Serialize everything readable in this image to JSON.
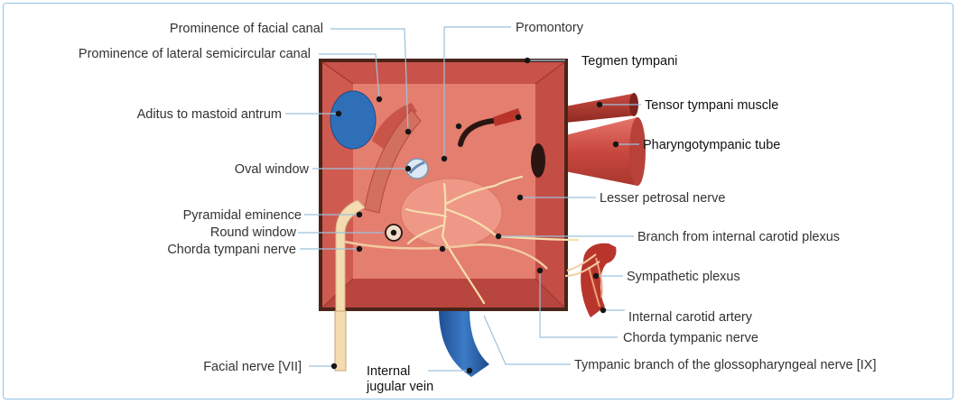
{
  "labels": {
    "prominence_facial_canal": "Prominence of facial canal",
    "prominence_lateral_semicircular_canal": "Prominence of lateral semicircular canal",
    "aditus_mastoid_antrum": "Aditus to mastoid antrum",
    "oval_window": "Oval window",
    "pyramidal_eminence": "Pyramidal eminence",
    "round_window": "Round window",
    "chorda_tympani_left": "Chorda tympani nerve",
    "facial_nerve": "Facial nerve [VII]",
    "internal_jugular_line1": "Internal",
    "internal_jugular_line2": "jugular vein",
    "promontory": "Promontory",
    "tegmen_tympani": "Tegmen tympani",
    "tensor_tympani_muscle": "Tensor tympani muscle",
    "pharyngotympanic_tube": "Pharyngotympanic tube",
    "lesser_petrosal_nerve": "Lesser petrosal nerve",
    "branch_internal_carotid_plexus": "Branch from internal carotid plexus",
    "sympathetic_plexus": "Sympathetic plexus",
    "internal_carotid_artery": "Internal carotid artery",
    "chorda_tympanic_right": "Chorda tympanic nerve",
    "tympanic_branch_glossopharyngeal": "Tympanic branch of the glossopharyngeal nerve [IX]"
  },
  "colors": {
    "frame_border": "#8fc3e6",
    "box_outline": "#4a2418",
    "wall_red": "#d9655a",
    "inner_wall": "#e98a7a",
    "vein_blue": "#2f6fb8",
    "nerve_cream": "#f6dfae",
    "leader_line": "#9cc2dc"
  }
}
